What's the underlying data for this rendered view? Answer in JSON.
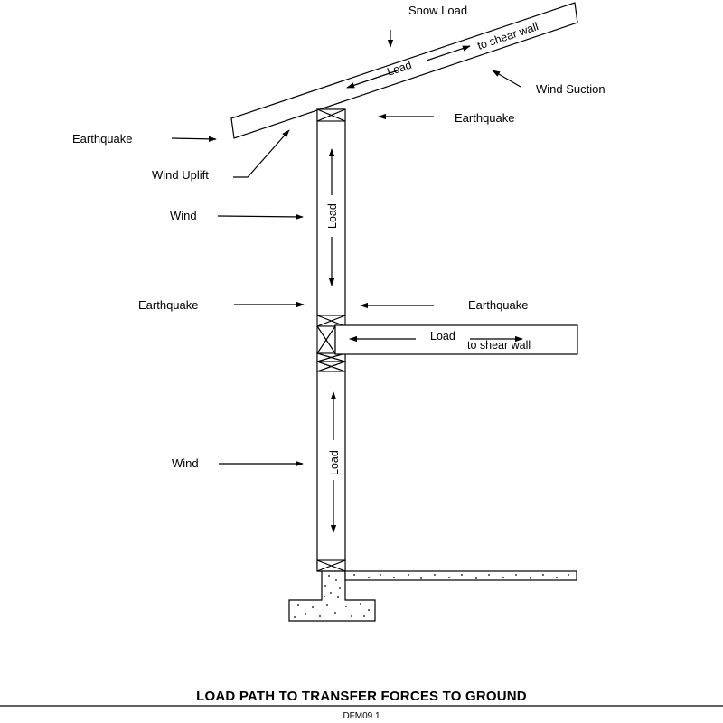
{
  "labels": {
    "snow_load": "Snow Load",
    "roof_load": "Load",
    "roof_to_shear_wall": "to shear wall",
    "wind_suction": "Wind Suction",
    "earthquake_roof_left": "Earthquake",
    "earthquake_top_right": "Earthquake",
    "wind_uplift": "Wind Uplift",
    "wind_upper": "Wind",
    "upper_stud_load": "Load",
    "earthquake_floor_left": "Earthquake",
    "earthquake_floor_right": "Earthquake",
    "floor_load": "Load",
    "floor_to_shear_wall": "to shear wall",
    "wind_lower": "Wind",
    "lower_stud_load": "Load"
  },
  "title": "LOAD PATH TO TRANSFER FORCES TO GROUND",
  "drawing_code": "DFM09.1"
}
